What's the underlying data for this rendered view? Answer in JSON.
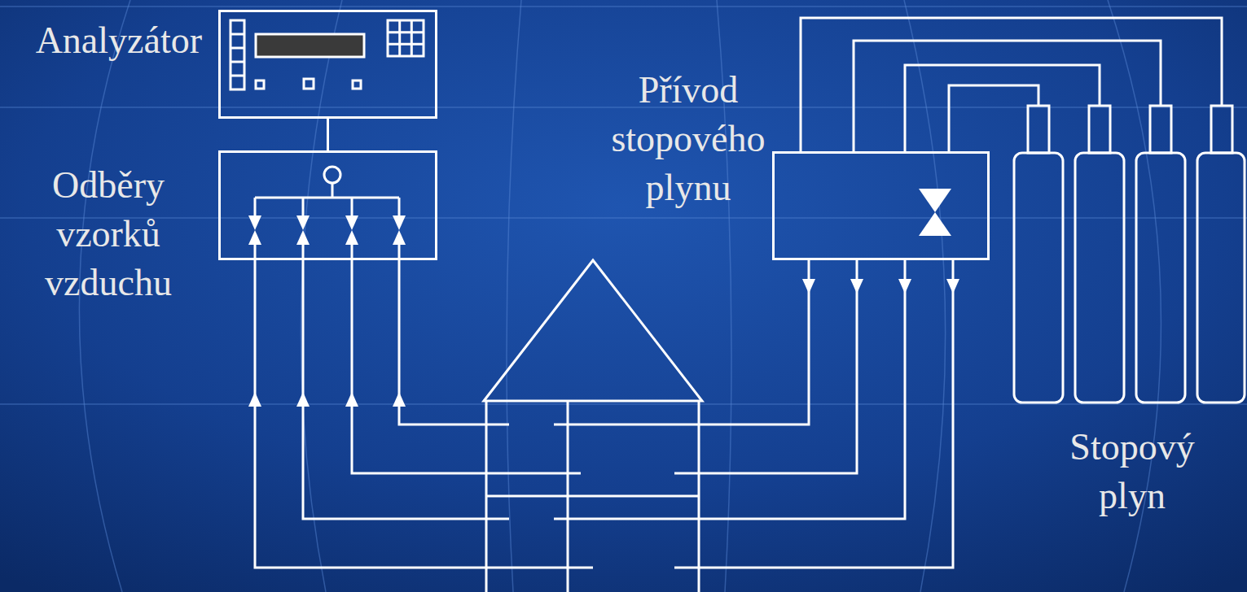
{
  "diagram": {
    "nodes": [
      {
        "text": [
          "Analyzátor"
        ]
      },
      {
        "text": [
          "Odběry vzorků vzduchu"
        ]
      },
      {
        "text": [
          "Přívod stopového plynu"
        ]
      }
    ],
    "edges": [
      {
        "from": 0,
        "to": 1,
        "arrow": "none"
      }
    ],
    "labels": [
      "Stopový plyn"
    ]
  }
}
